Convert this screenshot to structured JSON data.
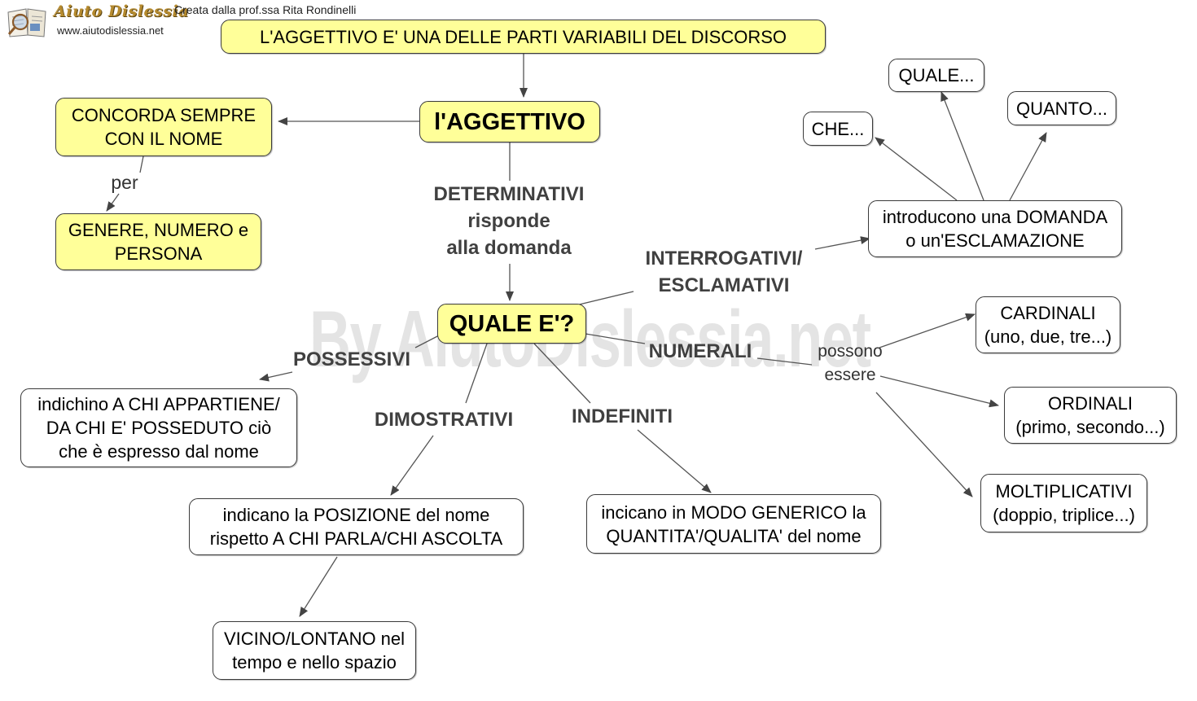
{
  "header": {
    "logo_brand": "Aiuto Dislessia",
    "logo_url": "www.aiutodislessia.net",
    "credit": "Creata dalla prof.ssa Rita Rondinelli"
  },
  "watermark": "By AiutoDislessia.net",
  "colors": {
    "concept_fill": "#ffff99",
    "box_fill": "#ffffff",
    "border": "#3a3a3a",
    "link_label": "#404040"
  },
  "concepts": {
    "title": "L'AGGETTIVO E' UNA DELLE PARTI VARIABILI DEL DISCORSO",
    "aggettivo": "l'AGGETTIVO",
    "concorda": "CONCORDA SEMPRE\nCON IL NOME",
    "genere": "GENERE, NUMERO e\nPERSONA",
    "quale_e": "QUALE E'?",
    "possessivi_def": "indichino A CHI APPARTIENE/\nDA CHI E' POSSEDUTO ciò\nche è espresso dal nome",
    "dimostrativi_def": "indicano la POSIZIONE del nome\nrispetto A CHI PARLA/CHI ASCOLTA",
    "vicino": "VICINO/LONTANO nel\ntempo e nello spazio",
    "indefiniti_def": "incicano in MODO GENERICO la\nQUANTITA'/QUALITA' del nome",
    "interrogativi_def": "introducono una DOMANDA\no un'ESCLAMAZIONE",
    "che": "CHE...",
    "quale": "QUALE...",
    "quanto": "QUANTO...",
    "cardinali": "CARDINALI\n(uno, due, tre...)",
    "ordinali": "ORDINALI\n(primo, secondo...)",
    "moltiplicativi": "MOLTIPLICATIVI\n(doppio, triplice...)"
  },
  "link_labels": {
    "per": "per",
    "determinativi": "DETERMINATIVI\nrisponde\nalla domanda",
    "interrogativi": "INTERROGATIVI/\nESCLAMATIVI",
    "possessivi": "POSSESSIVI",
    "numerali": "NUMERALI",
    "dimostrativi": "DIMOSTRATIVI",
    "indefiniti": "INDEFINITI",
    "possono_essere": "possono\nessere"
  }
}
